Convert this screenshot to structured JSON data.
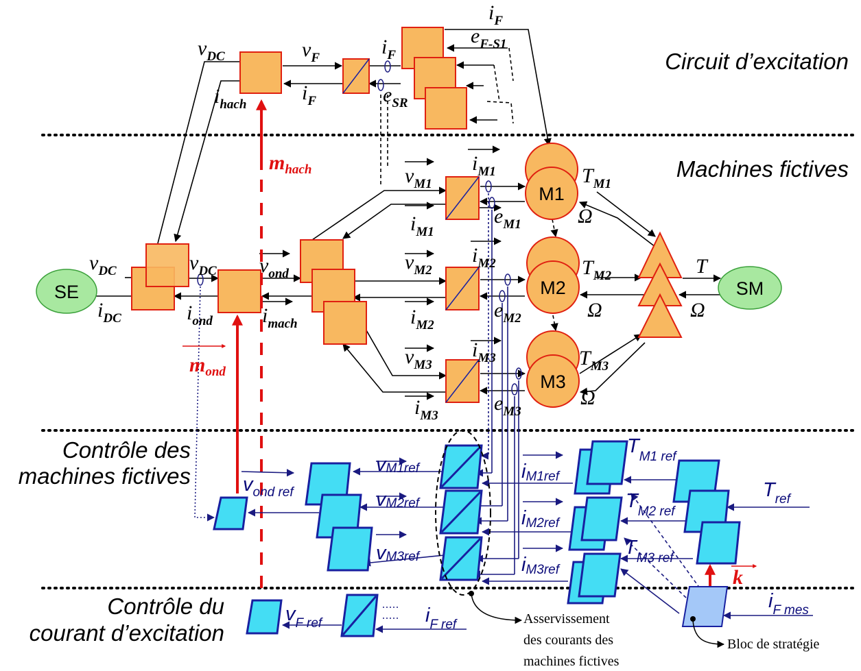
{
  "sections": {
    "excitation": "Circuit d’excitation",
    "fictive": "Machines fictives",
    "control_machines": [
      "Contrôle des",
      "machines fictives"
    ],
    "control_current": [
      "Contrôle du",
      "courant d’excitation"
    ]
  },
  "sources": {
    "se": "SE",
    "sm": "SM"
  },
  "machines": [
    "M1",
    "M2",
    "M3"
  ],
  "labels": {
    "vdc1": [
      "v",
      "DC"
    ],
    "vdc2": [
      "v",
      "DC"
    ],
    "vdc3": [
      "v",
      "DC"
    ],
    "idc": [
      "i",
      "DC"
    ],
    "ihach": [
      "i",
      "hach"
    ],
    "iond": [
      "i",
      "ond"
    ],
    "vf": [
      "v",
      "F"
    ],
    "if1": [
      "i",
      "F"
    ],
    "if2": [
      "i",
      "F"
    ],
    "if3": [
      "i",
      "F"
    ],
    "efs1": [
      "e",
      "F-S1"
    ],
    "esr": [
      "e",
      "SR"
    ],
    "vond": [
      "v",
      "ond"
    ],
    "imach": [
      "i",
      "mach"
    ],
    "vm1": [
      "v",
      "M1"
    ],
    "im1a": [
      "i",
      "M1"
    ],
    "im1b": [
      "i",
      "M1"
    ],
    "em1": [
      "e",
      "M1"
    ],
    "vm2": [
      "v",
      "M2"
    ],
    "im2a": [
      "i",
      "M2"
    ],
    "im2b": [
      "i",
      "M2"
    ],
    "em2": [
      "e",
      "M2"
    ],
    "vm3": [
      "v",
      "M3"
    ],
    "im3a": [
      "i",
      "M3"
    ],
    "im3b": [
      "i",
      "M3"
    ],
    "em3": [
      "e",
      "M3"
    ],
    "tm1": [
      "T",
      "M1"
    ],
    "tm2": [
      "T",
      "M2"
    ],
    "tm3": [
      "T",
      "M3"
    ],
    "t": "T",
    "om1": "Ω",
    "om2": "Ω",
    "om3": "Ω",
    "om4": "Ω"
  },
  "commands": {
    "mhach": [
      "m",
      "hach"
    ],
    "mond": [
      "m",
      "ond"
    ],
    "k": "k"
  },
  "control": {
    "vm1ref": [
      "v",
      "M1ref"
    ],
    "vm2ref": [
      "v",
      "M2ref"
    ],
    "vm3ref": [
      "v",
      "M3ref"
    ],
    "im1ref": [
      "i",
      "M1ref"
    ],
    "im2ref": [
      "i",
      "M2ref"
    ],
    "im3ref": [
      "i",
      "M3ref"
    ],
    "tm1ref": [
      "T",
      "M1 ref"
    ],
    "tm2ref": [
      "T",
      "M2 ref"
    ],
    "tm3ref": [
      "T",
      "M3 ref"
    ],
    "tref": [
      "T",
      "ref"
    ],
    "vondref": [
      "v",
      "ond ref"
    ],
    "vfref": [
      "v",
      "F ref"
    ],
    "ifref": [
      "i",
      "F ref"
    ],
    "ifmes": [
      "i",
      "F mes"
    ]
  },
  "notes": {
    "asserv": [
      "Asservissement",
      "des courants des",
      "machines fictives"
    ],
    "strategy": "Bloc de stratégie"
  },
  "colors": {
    "emr_fill": "#f8b860",
    "emr_stroke": "#e02010",
    "ctrl_fill": "#44ddf4",
    "ctrl_stroke": "#1820a0",
    "source_fill": "#a8e8a0",
    "command": "#e01010"
  }
}
